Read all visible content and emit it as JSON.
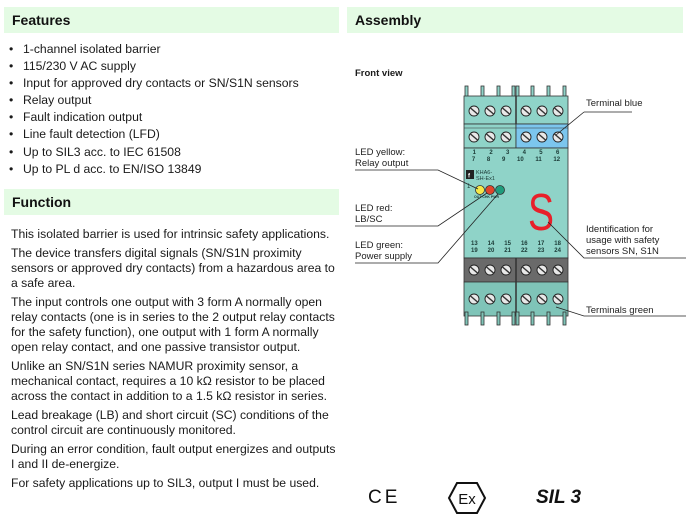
{
  "features": {
    "title": "Features",
    "items": [
      "1-channel isolated barrier",
      "115/230 V AC supply",
      "Input for approved dry contacts or SN/S1N sensors",
      "Relay output",
      "Fault indication output",
      "Line fault detection (LFD)",
      "Up to SIL3 acc. to IEC 61508",
      "Up to PL d acc. to EN/ISO 13849"
    ]
  },
  "function": {
    "title": "Function",
    "paragraphs": [
      "This isolated barrier is used for intrinsic safety applications.",
      "The device transfers digital signals (SN/S1N proximity sensors or approved dry contacts) from a hazardous area to a safe area.",
      "The input controls one output with 3 form A normally open relay contacts (one is in series to the 2 output relay contacts for the safety function), one output with 1 form A normally open relay contact, and one passive transistor output.",
      "Unlike an SN/S1N series NAMUR proximity sensor, a mechanical contact, requires a 10 kΩ resistor to be placed across the contact in addition to a 1.5 kΩ resistor in series.",
      "Lead breakage (LB) and short circuit (SC) conditions of the control circuit are continuously monitored.",
      "During an error condition, fault output energizes and outputs I and II de-energize.",
      "For safety applications up to SIL3, output I must be used."
    ]
  },
  "assembly": {
    "title": "Assembly",
    "front_view": "Front view",
    "device_model": "KHA6-SH-Ex1",
    "channel_number": "1",
    "led_labels": "OUT CHK PWR",
    "safety_mark": "S",
    "terminals_top_row1": [
      "1",
      "2",
      "3",
      "4",
      "5",
      "6"
    ],
    "terminals_top_row2": [
      "7",
      "8",
      "9",
      "10",
      "11",
      "12"
    ],
    "terminals_bottom_row1": [
      "13",
      "14",
      "15",
      "16",
      "17",
      "18"
    ],
    "terminals_bottom_row2": [
      "19",
      "20",
      "21",
      "22",
      "23",
      "24"
    ],
    "callouts": {
      "terminal_blue": "Terminal blue",
      "led_yellow_1": "LED yellow:",
      "led_yellow_2": "Relay output",
      "led_red_1": "LED red:",
      "led_red_2": "LB/SC",
      "led_green_1": "LED green:",
      "led_green_2": "Power supply",
      "identification_1": "Identification for",
      "identification_2": "usage with safety",
      "identification_3": "sensors SN, S1N",
      "terminals_green": "Terminals green"
    },
    "colors": {
      "housing": "#8fd3c8",
      "terminal_blue": "#7cc6ee",
      "terminal_green": "#7fc4b8",
      "terminal_dark": "#6a6a6a",
      "led_yellow": "#f5e84a",
      "led_red": "#e0452a",
      "led_green": "#1f9c7c",
      "safety_mark": "#e8202a",
      "header_bg": "#e4fbe4"
    }
  },
  "certifications": {
    "ce": "CE",
    "ex": "Ex",
    "sil": "SIL 3"
  }
}
